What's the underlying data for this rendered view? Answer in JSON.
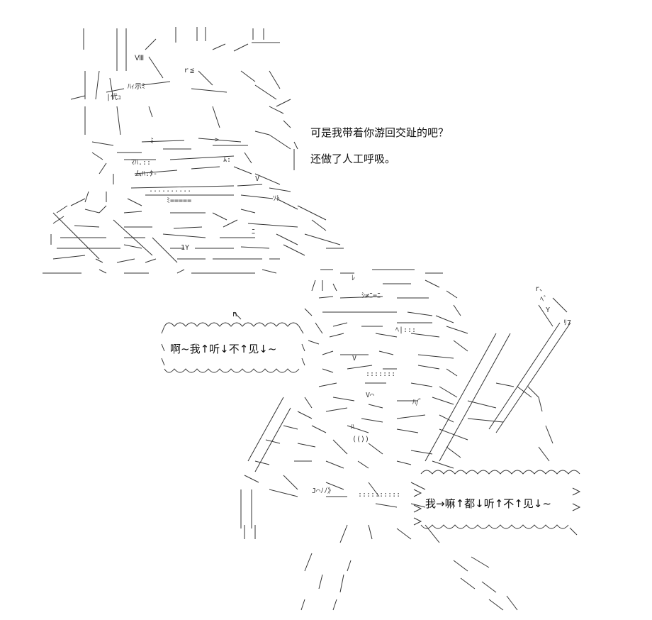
{
  "dialogue": {
    "line1": "可是我带着你游回交趾的吧？",
    "line2": "还做了人工呼吸。"
  },
  "left_bubble": {
    "text": "啊~我↑听↓不↑见↓~"
  },
  "right_bubble": {
    "text": "我→嘛↑都↓听↑不↑见↓~"
  },
  "colors": {
    "ink": "#222222",
    "background": "#ffffff"
  }
}
